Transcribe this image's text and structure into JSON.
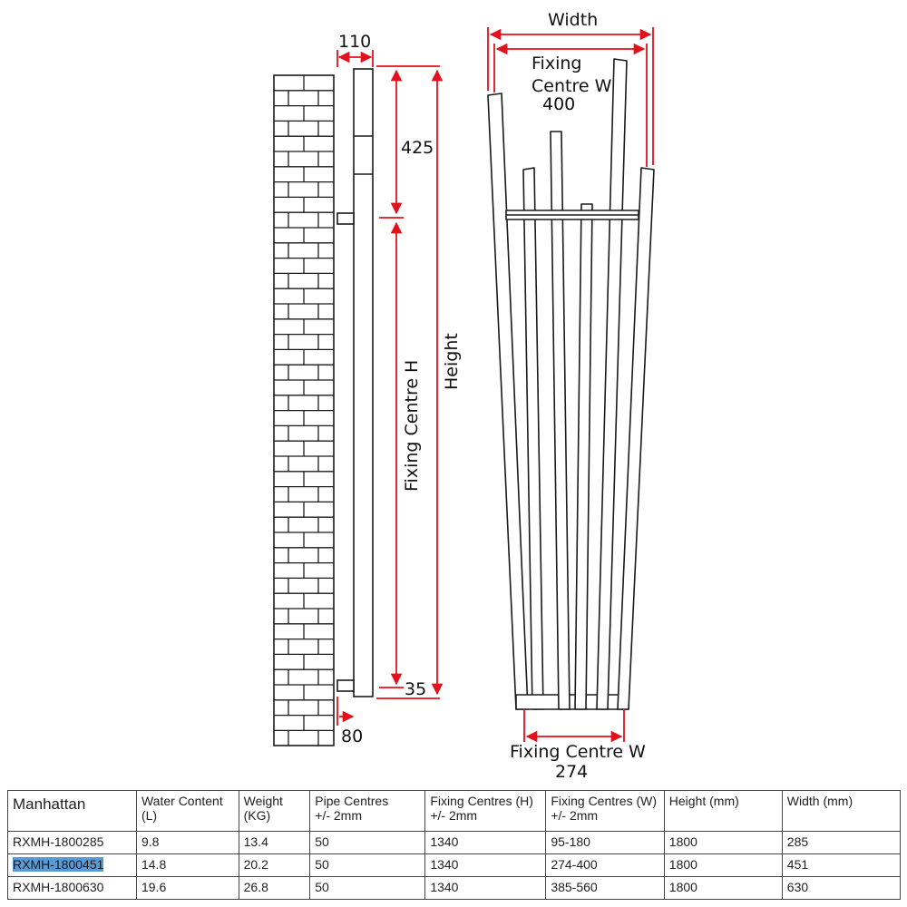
{
  "diagram": {
    "side_view": {
      "depth_top": "110",
      "top_offset": "425",
      "fixing_centre_h_label": "Fixing Centre H",
      "height_label": "Height",
      "bottom_offset": "35",
      "bracket_depth": "80"
    },
    "front_view": {
      "width_label": "Width",
      "fixing_centre_w_top_label_1": "Fixing",
      "fixing_centre_w_top_label_2": "Centre W",
      "fixing_centre_w_top_value": "400",
      "fixing_centre_w_bottom_label": "Fixing  Centre W",
      "fixing_centre_w_bottom_value": "274"
    },
    "colors": {
      "dimension": "#e3111b",
      "outline": "#1a1a1a"
    }
  },
  "table": {
    "headers": [
      [
        "Manhattan"
      ],
      [
        "Water Content",
        "(L)"
      ],
      [
        "Weight",
        "(KG)"
      ],
      [
        "Pipe Centres",
        "+/- 2mm"
      ],
      [
        "Fixing Centres (H)",
        "+/- 2mm"
      ],
      [
        "Fixing Centres (W)",
        "+/- 2mm"
      ],
      [
        "Height (mm)"
      ],
      [
        "Width (mm)"
      ]
    ],
    "rows": [
      [
        "RXMH-1800285",
        "9.8",
        "13.4",
        "50",
        "1340",
        "95-180",
        "1800",
        "285"
      ],
      [
        "RXMH-1800451",
        "14.8",
        "20.2",
        "50",
        "1340",
        "274-400",
        "1800",
        "451"
      ],
      [
        "RXMH-1800630",
        "19.6",
        "26.8",
        "50",
        "1340",
        "385-560",
        "1800",
        "630"
      ]
    ],
    "highlighted_cell": "RXMH-1800451"
  }
}
